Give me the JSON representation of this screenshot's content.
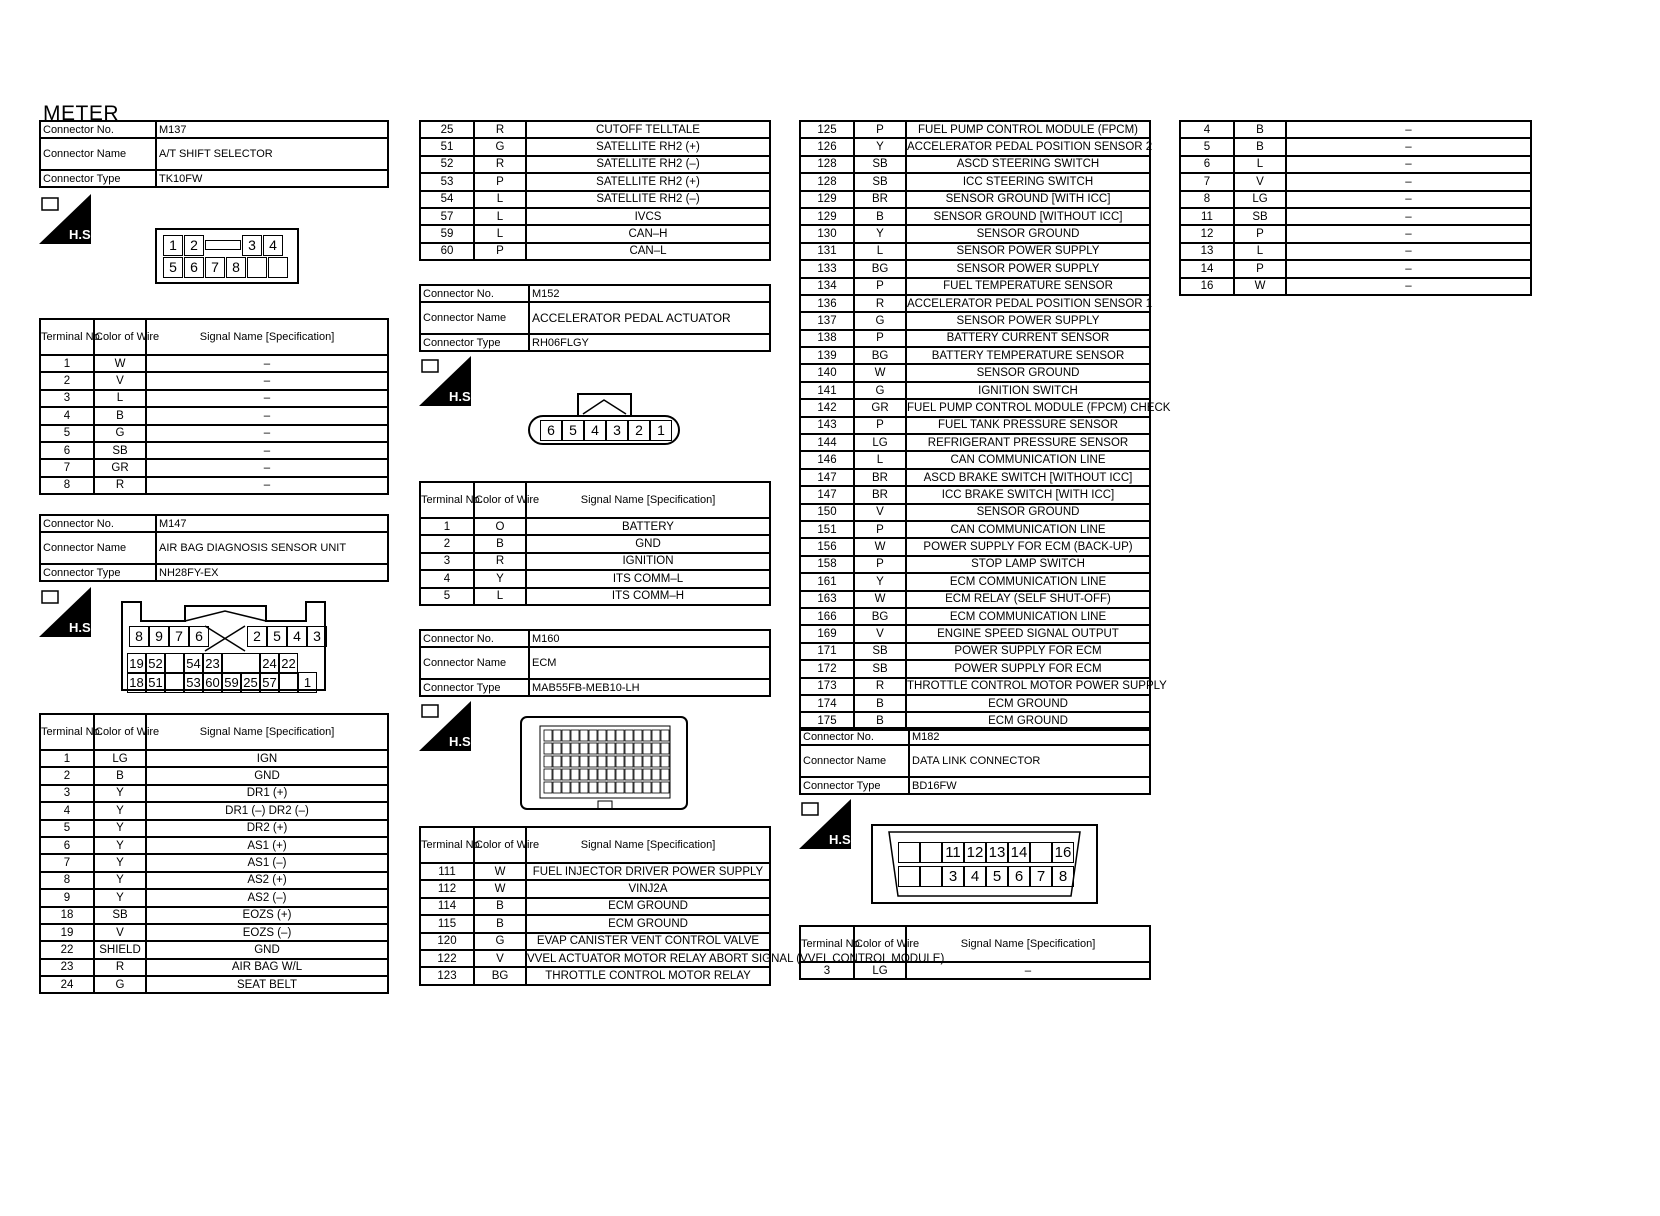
{
  "page_title": "METER",
  "hs_label": "H.S.",
  "headers": {
    "terminal": "Terminal No.",
    "color": "Color of Wire",
    "signal": "Signal Name [Specification]"
  },
  "ci_labels": {
    "no": "Connector No.",
    "name": "Connector Name",
    "type": "Connector Type"
  },
  "m137": {
    "no": "M137",
    "name": "A/T SHIFT SELECTOR",
    "type": "TK10FW",
    "face_top": [
      "1",
      "2",
      "",
      "3",
      "4"
    ],
    "face_bottom": [
      "5",
      "6",
      "7",
      "8",
      "",
      ""
    ],
    "rows": [
      [
        "1",
        "W",
        "–"
      ],
      [
        "2",
        "V",
        "–"
      ],
      [
        "3",
        "L",
        "–"
      ],
      [
        "4",
        "B",
        "–"
      ],
      [
        "5",
        "G",
        "–"
      ],
      [
        "6",
        "SB",
        "–"
      ],
      [
        "7",
        "GR",
        "–"
      ],
      [
        "8",
        "R",
        "–"
      ]
    ]
  },
  "m147": {
    "no": "M147",
    "name": "AIR BAG DIAGNOSIS SENSOR UNIT",
    "type": "NH28FY-EX",
    "face_top": [
      "8",
      "9",
      "7",
      "6",
      "",
      "2",
      "5",
      "4",
      "3"
    ],
    "face_mid": [
      "19",
      "52",
      "",
      "54",
      "23",
      "",
      "24",
      "22"
    ],
    "face_bot": [
      "18",
      "51",
      "",
      "53",
      "60",
      "59",
      "25",
      "57",
      "",
      "1"
    ],
    "rows": [
      [
        "1",
        "LG",
        "IGN"
      ],
      [
        "2",
        "B",
        "GND"
      ],
      [
        "3",
        "Y",
        "DR1 (+)"
      ],
      [
        "4",
        "Y",
        "DR1 (–) DR2 (–)"
      ],
      [
        "5",
        "Y",
        "DR2 (+)"
      ],
      [
        "6",
        "Y",
        "AS1 (+)"
      ],
      [
        "7",
        "Y",
        "AS1 (–)"
      ],
      [
        "8",
        "Y",
        "AS2 (+)"
      ],
      [
        "9",
        "Y",
        "AS2 (–)"
      ],
      [
        "18",
        "SB",
        "EOZS (+)"
      ],
      [
        "19",
        "V",
        "EOZS (–)"
      ],
      [
        "22",
        "SHIELD",
        "GND"
      ],
      [
        "23",
        "R",
        "AIR BAG W/L"
      ],
      [
        "24",
        "G",
        "SEAT BELT"
      ]
    ]
  },
  "m147_cont": [
    [
      "25",
      "R",
      "CUTOFF TELLTALE"
    ],
    [
      "51",
      "G",
      "SATELLITE RH2 (+)"
    ],
    [
      "52",
      "R",
      "SATELLITE RH2 (–)"
    ],
    [
      "53",
      "P",
      "SATELLITE RH2 (+)"
    ],
    [
      "54",
      "L",
      "SATELLITE RH2 (–)"
    ],
    [
      "57",
      "L",
      "IVCS"
    ],
    [
      "59",
      "L",
      "CAN–H"
    ],
    [
      "60",
      "P",
      "CAN–L"
    ]
  ],
  "m152": {
    "no": "M152",
    "name": "ACCELERATOR PEDAL ACTUATOR",
    "type": "RH06FLGY",
    "face": [
      "6",
      "5",
      "4",
      "3",
      "2",
      "1"
    ],
    "rows": [
      [
        "1",
        "O",
        "BATTERY"
      ],
      [
        "2",
        "B",
        "GND"
      ],
      [
        "3",
        "R",
        "IGNITION"
      ],
      [
        "4",
        "Y",
        "ITS COMM–L"
      ],
      [
        "5",
        "L",
        "ITS COMM–H"
      ]
    ]
  },
  "m160": {
    "no": "M160",
    "name": "ECM",
    "type": "MAB55FB-MEB10-LH",
    "rows": [
      [
        "111",
        "W",
        "FUEL INJECTOR DRIVER POWER SUPPLY"
      ],
      [
        "112",
        "W",
        "VINJ2A"
      ],
      [
        "114",
        "B",
        "ECM GROUND"
      ],
      [
        "115",
        "B",
        "ECM GROUND"
      ],
      [
        "120",
        "G",
        "EVAP CANISTER VENT CONTROL VALVE"
      ],
      [
        "122",
        "V",
        "VVEL ACTUATOR MOTOR RELAY ABORT SIGNAL (VVEL CONTROL MODULE)"
      ],
      [
        "123",
        "BG",
        "THROTTLE CONTROL MOTOR RELAY"
      ]
    ]
  },
  "m160_cont": [
    [
      "125",
      "P",
      "FUEL PUMP CONTROL MODULE (FPCM)"
    ],
    [
      "126",
      "Y",
      "ACCELERATOR PEDAL POSITION SENSOR 2"
    ],
    [
      "128",
      "SB",
      "ASCD STEERING SWITCH"
    ],
    [
      "128",
      "SB",
      "ICC STEERING SWITCH"
    ],
    [
      "129",
      "BR",
      "SENSOR GROUND [WITH ICC]"
    ],
    [
      "129",
      "B",
      "SENSOR GROUND [WITHOUT ICC]"
    ],
    [
      "130",
      "Y",
      "SENSOR GROUND"
    ],
    [
      "131",
      "L",
      "SENSOR POWER SUPPLY"
    ],
    [
      "133",
      "BG",
      "SENSOR POWER SUPPLY"
    ],
    [
      "134",
      "P",
      "FUEL TEMPERATURE SENSOR"
    ],
    [
      "136",
      "R",
      "ACCELERATOR PEDAL POSITION SENSOR 1"
    ],
    [
      "137",
      "G",
      "SENSOR POWER SUPPLY"
    ],
    [
      "138",
      "P",
      "BATTERY CURRENT SENSOR"
    ],
    [
      "139",
      "BG",
      "BATTERY TEMPERATURE SENSOR"
    ],
    [
      "140",
      "W",
      "SENSOR GROUND"
    ],
    [
      "141",
      "G",
      "IGNITION SWITCH"
    ],
    [
      "142",
      "GR",
      "FUEL PUMP CONTROL MODULE (FPCM) CHECK"
    ],
    [
      "143",
      "P",
      "FUEL TANK PRESSURE SENSOR"
    ],
    [
      "144",
      "LG",
      "REFRIGERANT PRESSURE SENSOR"
    ],
    [
      "146",
      "L",
      "CAN COMMUNICATION LINE"
    ],
    [
      "147",
      "BR",
      "ASCD BRAKE SWITCH [WITHOUT ICC]"
    ],
    [
      "147",
      "BR",
      "ICC BRAKE SWITCH [WITH ICC]"
    ],
    [
      "150",
      "V",
      "SENSOR GROUND"
    ],
    [
      "151",
      "P",
      "CAN COMMUNICATION LINE"
    ],
    [
      "156",
      "W",
      "POWER SUPPLY FOR ECM (BACK-UP)"
    ],
    [
      "158",
      "P",
      "STOP LAMP SWITCH"
    ],
    [
      "161",
      "Y",
      "ECM COMMUNICATION LINE"
    ],
    [
      "163",
      "W",
      "ECM RELAY (SELF SHUT-OFF)"
    ],
    [
      "166",
      "BG",
      "ECM COMMUNICATION LINE"
    ],
    [
      "169",
      "V",
      "ENGINE SPEED SIGNAL OUTPUT"
    ],
    [
      "171",
      "SB",
      "POWER SUPPLY FOR ECM"
    ],
    [
      "172",
      "SB",
      "POWER SUPPLY FOR ECM"
    ],
    [
      "173",
      "R",
      "THROTTLE CONTROL MOTOR POWER SUPPLY"
    ],
    [
      "174",
      "B",
      "ECM GROUND"
    ],
    [
      "175",
      "B",
      "ECM GROUND"
    ]
  ],
  "m182": {
    "no": "M182",
    "name": "DATA LINK CONNECTOR",
    "type": "BD16FW",
    "face_top": [
      "",
      "",
      "11",
      "12",
      "13",
      "14",
      "",
      "16"
    ],
    "face_bot": [
      "",
      "",
      "3",
      "4",
      "5",
      "6",
      "7",
      "8"
    ],
    "rows": [
      [
        "3",
        "LG",
        "–"
      ]
    ]
  },
  "m182_cont": [
    [
      "4",
      "B",
      "–"
    ],
    [
      "5",
      "B",
      "–"
    ],
    [
      "6",
      "L",
      "–"
    ],
    [
      "7",
      "V",
      "–"
    ],
    [
      "8",
      "LG",
      "–"
    ],
    [
      "11",
      "SB",
      "–"
    ],
    [
      "12",
      "P",
      "–"
    ],
    [
      "13",
      "L",
      "–"
    ],
    [
      "14",
      "P",
      "–"
    ],
    [
      "16",
      "W",
      "–"
    ]
  ]
}
